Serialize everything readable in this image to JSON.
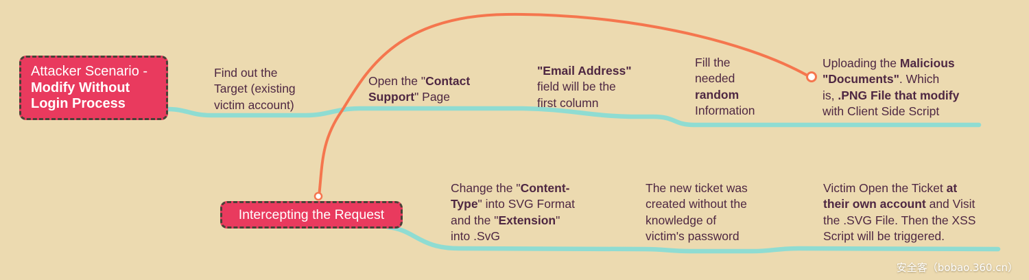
{
  "diagram": {
    "type": "mindmap",
    "watermark": "安全客（bobao.360.cn）"
  },
  "colors": {
    "background": "#ecdab0",
    "node_fill": "#e93a5e",
    "node_border": "#474237",
    "node_text": "#ffffff",
    "topic_text": "#4e2742",
    "branch_teal": "#8fdcd2",
    "relationship_orange": "#f5764e",
    "endpoint_fill": "#ffffff"
  },
  "nodes": {
    "root": {
      "lines": [
        [
          {
            "t": "Attacker Scenario -",
            "b": false
          }
        ],
        [
          {
            "t": "Modify Without",
            "b": true
          }
        ],
        [
          {
            "t": "Login Process",
            "b": true
          }
        ]
      ]
    },
    "intercepting": {
      "label": "Intercepting the Request"
    }
  },
  "topics": {
    "find_target": {
      "lines": [
        [
          {
            "t": "Find out the",
            "b": false
          }
        ],
        [
          {
            "t": "Target (existing",
            "b": false
          }
        ],
        [
          {
            "t": "victim account)",
            "b": false
          }
        ]
      ]
    },
    "open_contact": {
      "lines": [
        [
          {
            "t": "Open the \"",
            "b": false
          },
          {
            "t": "Contact",
            "b": true
          }
        ],
        [
          {
            "t": "Support",
            "b": true
          },
          {
            "t": "\" Page",
            "b": false
          }
        ]
      ]
    },
    "email_field": {
      "lines": [
        [
          {
            "t": "\"Email Address\"",
            "b": true
          }
        ],
        [
          {
            "t": "field will be the",
            "b": false
          }
        ],
        [
          {
            "t": "first column",
            "b": false
          }
        ]
      ]
    },
    "fill_random": {
      "lines": [
        [
          {
            "t": "Fill the",
            "b": false
          }
        ],
        [
          {
            "t": "needed",
            "b": false
          }
        ],
        [
          {
            "t": "random",
            "b": true
          }
        ],
        [
          {
            "t": "Information",
            "b": false
          }
        ]
      ]
    },
    "uploading": {
      "lines": [
        [
          {
            "t": "Uploading the ",
            "b": false
          },
          {
            "t": "Malicious",
            "b": true
          }
        ],
        [
          {
            "t": "\"Documents\"",
            "b": true
          },
          {
            "t": ". Which",
            "b": false
          }
        ],
        [
          {
            "t": "is, ",
            "b": false
          },
          {
            "t": ".PNG File that modify",
            "b": true
          }
        ],
        [
          {
            "t": "with Client Side Script",
            "b": false
          }
        ]
      ]
    },
    "change_content_type": {
      "lines": [
        [
          {
            "t": "Change the \"",
            "b": false
          },
          {
            "t": "Content-",
            "b": true
          }
        ],
        [
          {
            "t": "Type",
            "b": true
          },
          {
            "t": "\" into SVG Format",
            "b": false
          }
        ],
        [
          {
            "t": "and the \"",
            "b": false
          },
          {
            "t": "Extension",
            "b": true
          },
          {
            "t": "\"",
            "b": false
          }
        ],
        [
          {
            "t": "into .SvG",
            "b": false
          }
        ]
      ]
    },
    "new_ticket": {
      "lines": [
        [
          {
            "t": "The new ticket was",
            "b": false
          }
        ],
        [
          {
            "t": "created without the",
            "b": false
          }
        ],
        [
          {
            "t": "knowledge of",
            "b": false
          }
        ],
        [
          {
            "t": "victim's password",
            "b": false
          }
        ]
      ]
    },
    "victim_open": {
      "lines": [
        [
          {
            "t": "Victim Open the Ticket ",
            "b": false
          },
          {
            "t": "at",
            "b": true
          }
        ],
        [
          {
            "t": "their own account",
            "b": true
          },
          {
            "t": " and Visit",
            "b": false
          }
        ],
        [
          {
            "t": "the .SVG File. Then the XSS",
            "b": false
          }
        ],
        [
          {
            "t": "Script will be triggered.",
            "b": false
          }
        ]
      ]
    }
  }
}
